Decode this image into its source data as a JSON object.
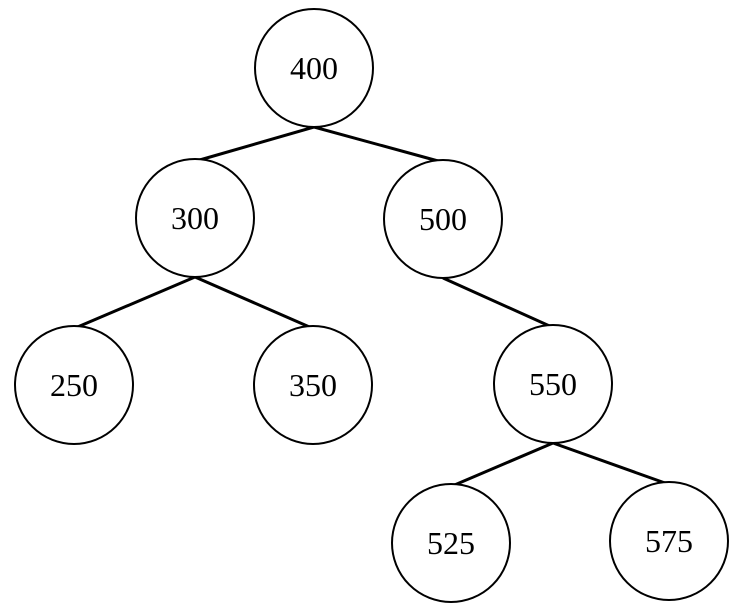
{
  "tree": {
    "nodes": [
      {
        "id": "n400",
        "label": "400"
      },
      {
        "id": "n300",
        "label": "300"
      },
      {
        "id": "n500",
        "label": "500"
      },
      {
        "id": "n250",
        "label": "250"
      },
      {
        "id": "n350",
        "label": "350"
      },
      {
        "id": "n550",
        "label": "550"
      },
      {
        "id": "n525",
        "label": "525"
      },
      {
        "id": "n575",
        "label": "575"
      }
    ],
    "edges": [
      {
        "from": "n400",
        "to": "n300"
      },
      {
        "from": "n400",
        "to": "n500"
      },
      {
        "from": "n300",
        "to": "n250"
      },
      {
        "from": "n300",
        "to": "n350"
      },
      {
        "from": "n500",
        "to": "n550"
      },
      {
        "from": "n550",
        "to": "n525"
      },
      {
        "from": "n550",
        "to": "n575"
      }
    ]
  }
}
